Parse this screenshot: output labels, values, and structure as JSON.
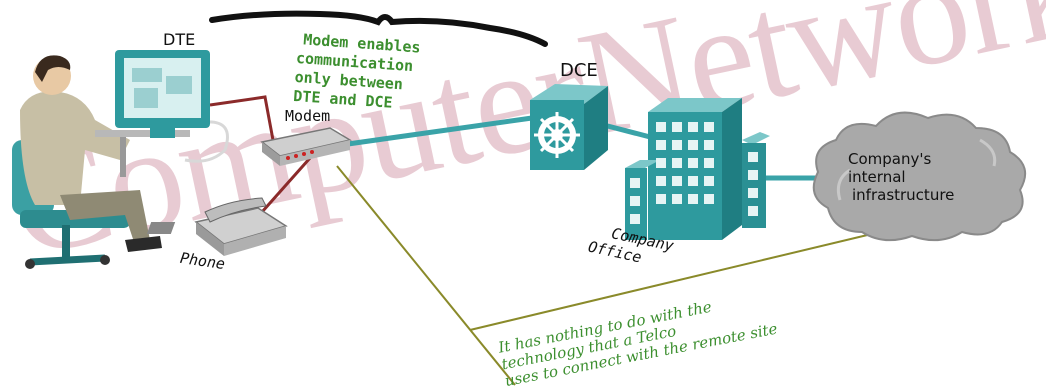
{
  "labels": {
    "dte": "DTE",
    "dce": "DCE",
    "modem": "Modem",
    "phone": "Phone",
    "company_office": [
      "Company",
      "Office"
    ],
    "cloud": [
      "Company's",
      "internal",
      "infrastructure"
    ]
  },
  "brace_note": [
    "Modem enables",
    "communication",
    "only between",
    "DTE and DCE"
  ],
  "bottom_note": [
    "It has nothing to do with the",
    "technology that a Telco",
    "uses to connect with the remote site"
  ],
  "watermark": "ComputerNetworkingNotes.com",
  "colors": {
    "cable_teal": "#3aa3a8",
    "cable_red": "#8b2a2a",
    "note_green": "#3c8f2f",
    "device_teal": "#2e9a9e",
    "cloud_grey": "#a9a9a9",
    "watermark_pink": "#d7a2b0",
    "pointer_olive": "#8a8a2a"
  },
  "icons": [
    "person-at-computer-icon",
    "modem-icon",
    "telephone-icon",
    "dce-switch-icon",
    "office-building-icon",
    "cloud-icon"
  ]
}
